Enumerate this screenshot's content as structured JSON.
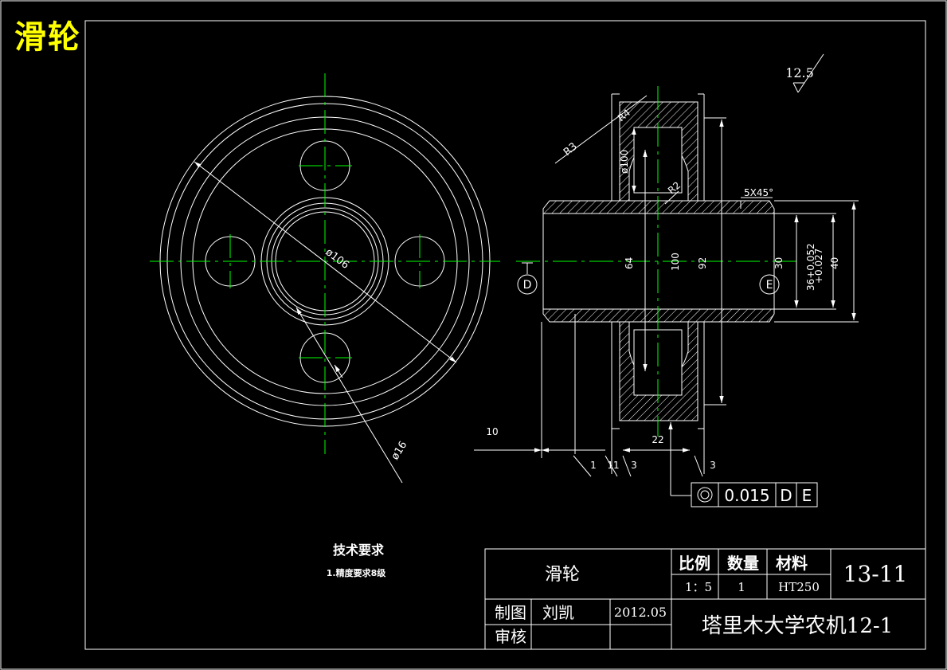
{
  "header": {
    "title": "滑轮"
  },
  "colors": {
    "background": "#000000",
    "line": "#ffffff",
    "centerline": "#00ff00",
    "title": "#ffff00"
  },
  "dims": {
    "roughness": "12.5",
    "r3": "R3",
    "r4": "R4",
    "r2": "R2",
    "phi100": "ø100",
    "chamfer": "5X45°",
    "d64": "64",
    "d100": "100",
    "d92": "92",
    "d30": "30",
    "tol": "36+0.052",
    "tol2": "+0.027",
    "d40": "40",
    "phi106": "ø106",
    "phi16": "ø16",
    "len10": "10",
    "len22": "22",
    "len1": "1",
    "len11": "11",
    "len3a": "3",
    "len3b": "3",
    "datum_d": "D",
    "datum_e": "E"
  },
  "fcf": {
    "value": "0.015",
    "ref1": "D",
    "ref2": "E"
  },
  "notes": {
    "heading": "技术要求",
    "line1": "1.精度要求8级"
  },
  "title_block": {
    "part_name": "滑轮",
    "scale_label": "比例",
    "qty_label": "数量",
    "material_label": "材料",
    "drawing_no": "13-11",
    "scale": "1：5",
    "qty": "1",
    "material": "HT250",
    "drawn_label": "制图",
    "drawn_by": "刘凯",
    "date": "2012.05",
    "check_label": "审核",
    "org": "塔里木大学农机12-1"
  }
}
